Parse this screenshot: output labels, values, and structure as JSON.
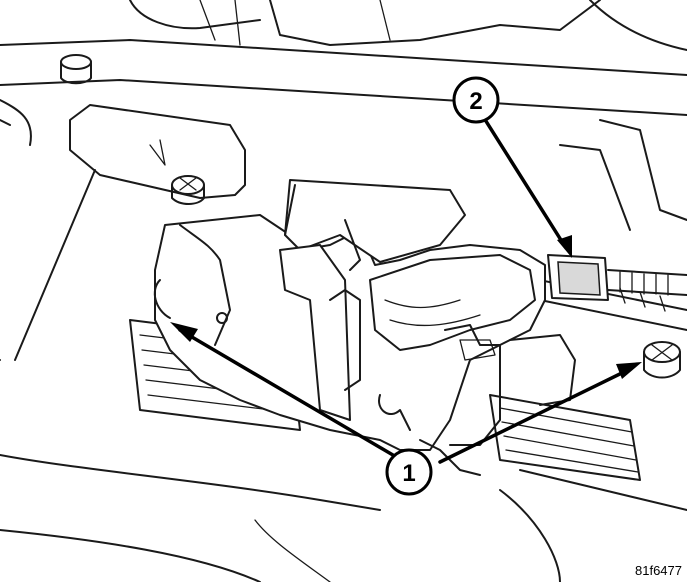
{
  "diagram": {
    "callouts": [
      {
        "id": "1",
        "label": "1"
      },
      {
        "id": "2",
        "label": "2"
      }
    ],
    "figure_code": "81f6477",
    "colors": {
      "line": "#1a1a1a",
      "background": "#ffffff",
      "callout": "#000000"
    }
  }
}
